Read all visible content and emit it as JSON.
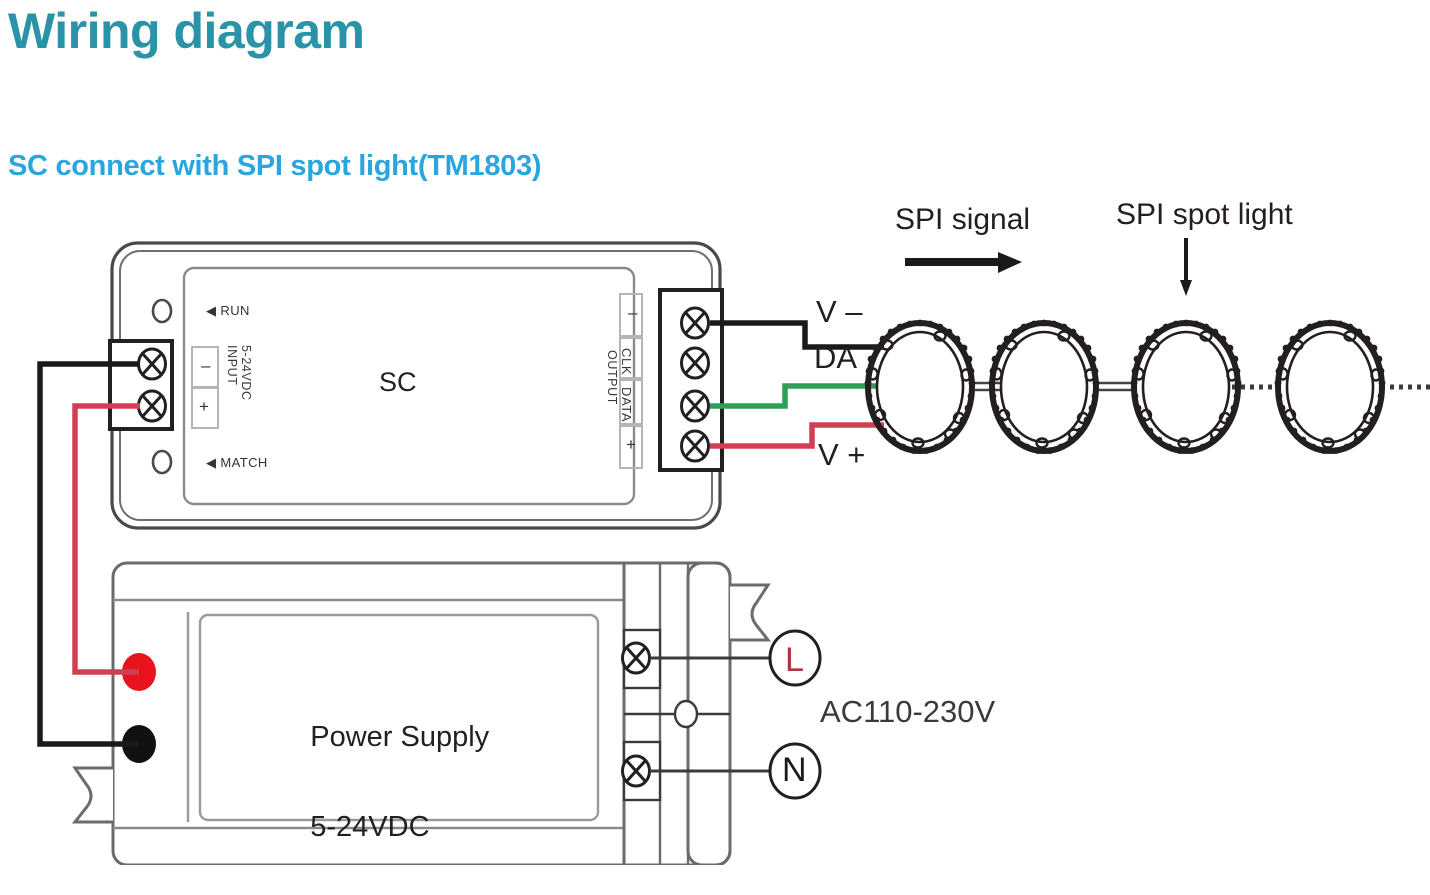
{
  "page": {
    "title": "Wiring diagram",
    "subtitle": "SC connect with SPI spot light(TM1803)",
    "background": "#ffffff",
    "title_color": "#2a93a8",
    "subtitle_color": "#2aa6de"
  },
  "controller": {
    "body_label": "SC",
    "indicators": [
      {
        "name": "run",
        "label": "RUN",
        "marker": "◀"
      },
      {
        "name": "match",
        "label": "MATCH",
        "marker": "◀"
      }
    ],
    "input_terminal": {
      "label_line1": "INPUT",
      "label_line2": "5-24VDC",
      "pins": [
        {
          "label": "–",
          "position": "top"
        },
        {
          "label": "+",
          "position": "bottom"
        }
      ],
      "screw_count": 2
    },
    "output_terminal": {
      "label": "OUTPUT",
      "pins": [
        {
          "label": "–"
        },
        {
          "label": "CLK"
        },
        {
          "label": "DATA"
        },
        {
          "label": "+"
        }
      ],
      "screw_count": 4
    }
  },
  "power_supply": {
    "label_line1": "Power Supply",
    "label_line2": "5-24VDC",
    "dc_terminals": [
      {
        "name": "positive",
        "color": "#e8131c"
      },
      {
        "name": "negative",
        "color": "#111111"
      }
    ],
    "ac_terminals": [
      {
        "name": "live",
        "label": "L",
        "color": "#b0313f"
      },
      {
        "name": "neutral",
        "label": "N",
        "color": "#1b1b1b"
      }
    ],
    "ac_supply_label": "AC110-230V"
  },
  "output_wires": [
    {
      "name": "v-minus",
      "label": "V –",
      "color": "#1a1a1a"
    },
    {
      "name": "data",
      "label": "DA",
      "color": "#2e9e59"
    },
    {
      "name": "v-plus",
      "label": "V +",
      "color": "#cf4055"
    }
  ],
  "annotations": {
    "spi_signal": "SPI signal",
    "spi_spot_light": "SPI spot light"
  },
  "spot_lights": {
    "count": 4,
    "continuation": "dotted"
  },
  "colors": {
    "wire_black": "#1a1a1a",
    "wire_red": "#cf4055",
    "wire_green": "#2e9e59",
    "outline": "#4a4a4a",
    "outline_dark": "#2b2b2b"
  }
}
